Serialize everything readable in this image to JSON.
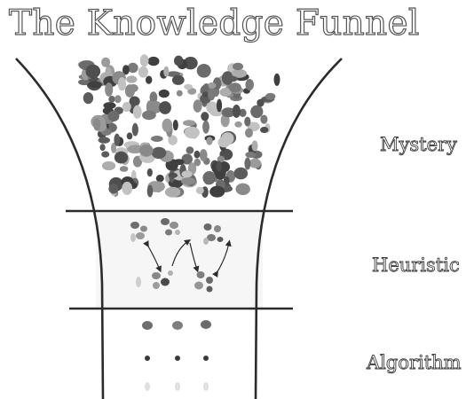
{
  "diagram": {
    "title": "The Knowledge Funnel",
    "stages": [
      {
        "label": "Mystery"
      },
      {
        "label": "Heuristic"
      },
      {
        "label": "Algorithm"
      }
    ]
  },
  "colors": {
    "outline": "#2b2b2b",
    "dots_dark": "#4a4a4a",
    "dots_mid": "#7a7a7a",
    "dots_light": "#a9a9a9",
    "panel_bg": "#f5f5f5"
  }
}
